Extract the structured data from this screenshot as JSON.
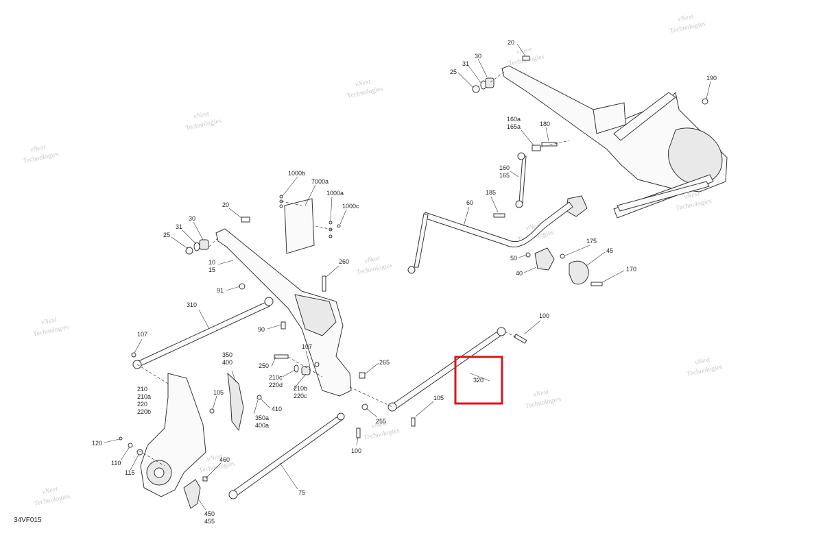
{
  "diagram_code": "34VF015",
  "watermark": {
    "line1": "vNext",
    "line2": "Technologies"
  },
  "highlight_label": "320",
  "labels": {
    "t20": "20",
    "t30": "30",
    "t31": "31",
    "t25": "25",
    "t190": "190",
    "t160a": "160a",
    "t165a": "165a",
    "t180": "180",
    "t160": "160",
    "t165": "165",
    "t185": "185",
    "t60": "60",
    "t1000b": "1000b",
    "t7000a": "7000a",
    "t1000a": "1000a",
    "t1000c": "1000c",
    "l20": "20",
    "l30": "30",
    "l31": "31",
    "l25": "25",
    "l10": "10",
    "l15": "15",
    "t260": "260",
    "t175": "175",
    "t45": "45",
    "t50": "50",
    "t40": "40",
    "t170": "170",
    "t91": "91",
    "t310": "310",
    "t90": "90",
    "t107a": "107",
    "t100a": "100",
    "t350": "350",
    "t400": "400",
    "t250": "250",
    "t107b": "107",
    "t210c": "210c",
    "t220d": "220d",
    "t210b": "210b",
    "t220c": "220c",
    "t265": "265",
    "t210": "210",
    "t210a": "210a",
    "t220": "220",
    "t220b": "220b",
    "t105a": "105",
    "t410": "410",
    "t350a": "350a",
    "t400a": "400a",
    "t105b": "105",
    "t255": "255",
    "t120": "120",
    "t110": "110",
    "t115": "115",
    "t100b": "100",
    "t460": "460",
    "t75": "75",
    "t450": "450",
    "t455": "455"
  }
}
